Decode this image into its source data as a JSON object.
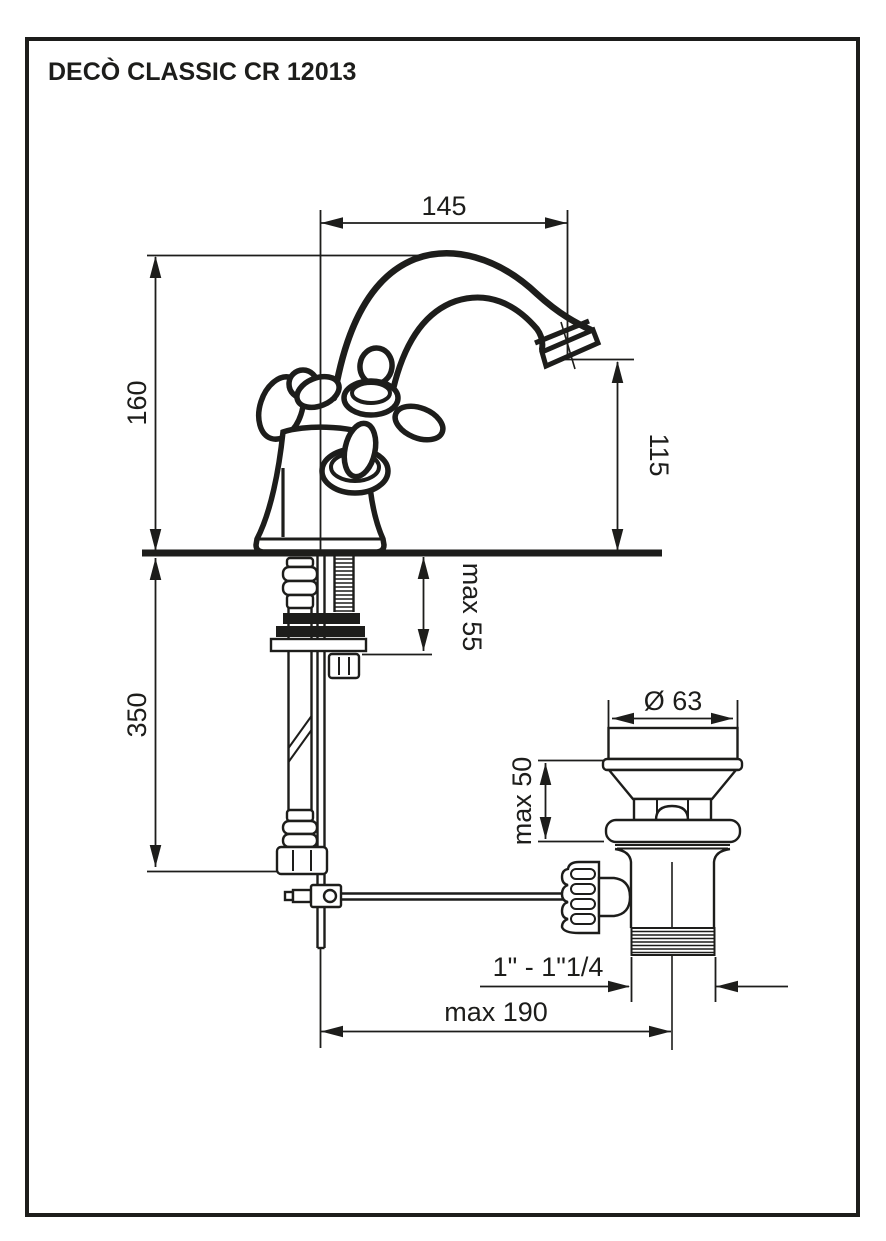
{
  "title": "DECÒ CLASSIC CR 12013",
  "colors": {
    "ink": "#1d1d1b",
    "paper": "#ffffff"
  },
  "drawing": {
    "type": "technical-dimension-drawing",
    "subject": "single-hole basin mixer tap with pop-up waste",
    "components": [
      "swan-neck-spout",
      "cross-handle",
      "faucet-body",
      "mounting-washers-and-flange",
      "threaded-stud-with-nut",
      "flexible-supply-hose",
      "pop-up-rod-and-linkage",
      "pop-up-waste-with-stopper",
      "threaded-waste-tailpiece"
    ]
  },
  "dimensions": {
    "spout_reach": "145",
    "body_height": "160",
    "spout_height": "115",
    "max_deck_thickness": "max 55",
    "hose_length": "350",
    "waste_diameter": "Ø 63",
    "max_popup_stroke": "max 50",
    "waste_thread": "1\" - 1\"1/4",
    "max_rod_reach": "max 190"
  }
}
